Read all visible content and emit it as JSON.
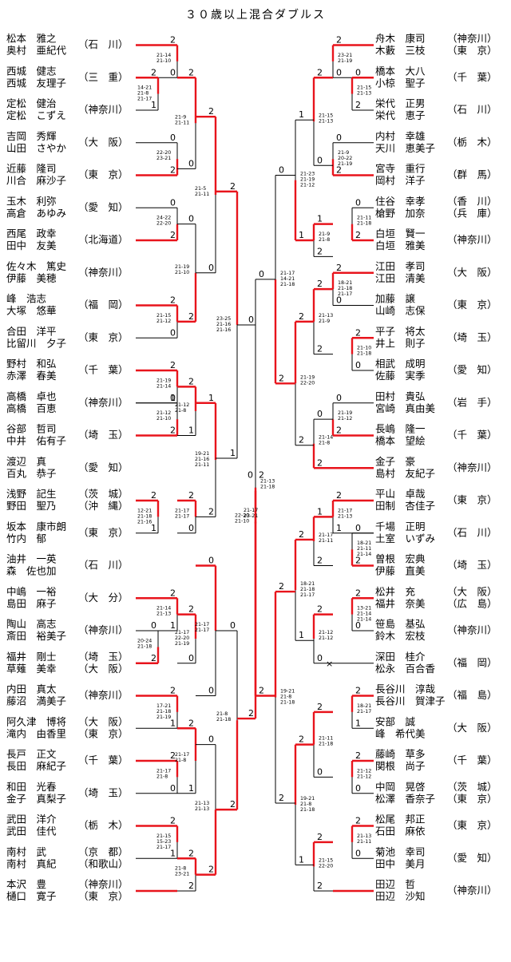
{
  "title": "３０歳以上混合ダブルス",
  "left_entries": [
    {
      "p1": "松本　雅之",
      "p2": "奥村　亜紀代",
      "pref": "（石　川）"
    },
    {
      "p1": "西城　健志",
      "p2": "西城　友理子",
      "pref": "（三　重）"
    },
    {
      "p1": "定松　健治",
      "p2": "定松　こずえ",
      "pref": "（神奈川）"
    },
    {
      "p1": "吉岡　秀輝",
      "p2": "山田　さやか",
      "pref": "（大　阪）"
    },
    {
      "p1": "近藤　隆司",
      "p2": "川合　麻沙子",
      "pref": "（東　京）"
    },
    {
      "p1": "玉木　利弥",
      "p2": "高倉　あゆみ",
      "pref": "（愛　知）"
    },
    {
      "p1": "西尾　政幸",
      "p2": "田中　友美",
      "pref": "（北海道）"
    },
    {
      "p1": "佐々木　篤史",
      "p2": "伊藤　美穂",
      "pref": "（神奈川）"
    },
    {
      "p1": "峰　浩志",
      "p2": "大塚　悠華",
      "pref": "（福　岡）"
    },
    {
      "p1": "合田　洋平",
      "p2": "比留川　夕子",
      "pref": "（東　京）"
    },
    {
      "p1": "野村　和弘",
      "p2": "赤澤　春美",
      "pref": "（千　葉）"
    },
    {
      "p1": "高橋　卓也",
      "p2": "高橋　百恵",
      "pref": "（神奈川）"
    },
    {
      "p1": "谷部　哲司",
      "p2": "中井　佑有子",
      "pref": "（埼　玉）"
    },
    {
      "p1": "渡辺　真",
      "p2": "百丸　恭子",
      "pref": "（愛　知）"
    },
    {
      "p1": "浅野　記生",
      "p2": "野田　聖乃",
      "pref": "（茨　城）",
      "pref2": "（沖　縄）"
    },
    {
      "p1": "坂本　康市朗",
      "p2": "竹内　郁",
      "pref": "（東　京）"
    },
    {
      "p1": "油井　一英",
      "p2": "森　佐也加",
      "pref": "（石　川）"
    },
    {
      "p1": "中嶋　一裕",
      "p2": "島田　麻子",
      "pref": "（大　分）"
    },
    {
      "p1": "陶山　高志",
      "p2": "斎田　裕美子",
      "pref": "（神奈川）"
    },
    {
      "p1": "福井　剛士",
      "p2": "草薙　美幸",
      "pref": "（埼　玉）",
      "pref2": "（大　阪）"
    },
    {
      "p1": "内田　真太",
      "p2": "藤沼　満美子",
      "pref": "（神奈川）"
    },
    {
      "p1": "阿久津　博将",
      "p2": "滝内　由香里",
      "pref": "（大　阪）",
      "pref2": "（東　京）"
    },
    {
      "p1": "長戸　正文",
      "p2": "長田　麻紀子",
      "pref": "（千　葉）"
    },
    {
      "p1": "和田　光春",
      "p2": "金子　真梨子",
      "pref": "（埼　玉）"
    },
    {
      "p1": "武田　洋介",
      "p2": "武田　佳代",
      "pref": "（栃　木）"
    },
    {
      "p1": "南村　武",
      "p2": "南村　真紀",
      "pref": "（京　都）",
      "pref2": "（和歌山）"
    },
    {
      "p1": "本沢　豊",
      "p2": "樋口　寛子",
      "pref": "（神奈川）",
      "pref2": "（東　京）"
    }
  ],
  "right_entries": [
    {
      "p1": "舟木　康司",
      "p2": "木藪　三枝",
      "pref": "（神奈川）",
      "pref2": "（東　京）"
    },
    {
      "p1": "橋本　大八",
      "p2": "小椋　聖子",
      "pref": "（千　葉）"
    },
    {
      "p1": "栄代　正男",
      "p2": "栄代　恵子",
      "pref": "（石　川）"
    },
    {
      "p1": "内村　幸雄",
      "p2": "天川　恵美子",
      "pref": "（栃　木）"
    },
    {
      "p1": "宮寺　重行",
      "p2": "岡村　洋子",
      "pref": "（群　馬）"
    },
    {
      "p1": "住谷　幸孝",
      "p2": "槍野　加奈",
      "pref": "（香　川）",
      "pref2": "（兵　庫）"
    },
    {
      "p1": "白垣　賢一",
      "p2": "白垣　雅美",
      "pref": "（神奈川）"
    },
    {
      "p1": "江田　孝司",
      "p2": "江田　清美",
      "pref": "（大　阪）"
    },
    {
      "p1": "加藤　譲",
      "p2": "山崎　志保",
      "pref": "（東　京）"
    },
    {
      "p1": "平子　将太",
      "p2": "井上　則子",
      "pref": "（埼　玉）"
    },
    {
      "p1": "相武　成明",
      "p2": "佐藤　実季",
      "pref": "（愛　知）"
    },
    {
      "p1": "田村　貴弘",
      "p2": "宮崎　真由美",
      "pref": "（岩　手）"
    },
    {
      "p1": "長嶋　隆一",
      "p2": "橋本　望絵",
      "pref": "（千　葉）"
    },
    {
      "p1": "金子　豪",
      "p2": "島村　友紀子",
      "pref": "（神奈川）"
    },
    {
      "p1": "平山　卓哉",
      "p2": "田制　杏佳子",
      "pref": "（東　京）"
    },
    {
      "p1": "千場　正明",
      "p2": "土室　いずみ",
      "pref": "（石　川）"
    },
    {
      "p1": "曽根　宏典",
      "p2": "伊藤　直美",
      "pref": "（埼　玉）"
    },
    {
      "p1": "松井　充",
      "p2": "福井　奈美",
      "pref": "（大　阪）",
      "pref2": "（広　島）"
    },
    {
      "p1": "笹島　基弘",
      "p2": "鈴木　宏枝",
      "pref": "（神奈川）"
    },
    {
      "p1": "深田　桂介",
      "p2": "松永　百合香",
      "pref": "（福　岡）"
    },
    {
      "p1": "長谷川　淳哉",
      "p2": "長谷川　賀津子",
      "pref": "（福　島）"
    },
    {
      "p1": "安部　誠",
      "p2": "峰　希代美",
      "pref": "（大　阪）"
    },
    {
      "p1": "藤崎　草多",
      "p2": "関根　尚子",
      "pref": "（千　葉）"
    },
    {
      "p1": "中岡　晃啓",
      "p2": "松澤　香奈子",
      "pref": "（茨　城）",
      "pref2": "（東　京）"
    },
    {
      "p1": "松尾　邦正",
      "p2": "石田　麻依",
      "pref": "（東　京）"
    },
    {
      "p1": "菊池　幸司",
      "p2": "田中　美月",
      "pref": "（愛　知）"
    },
    {
      "p1": "田辺　哲",
      "p2": "田辺　沙知",
      "pref": "（神奈川）"
    }
  ],
  "colors": {
    "winner_line": "#e8141c",
    "bracket_line": "#000000",
    "text": "#000000"
  }
}
